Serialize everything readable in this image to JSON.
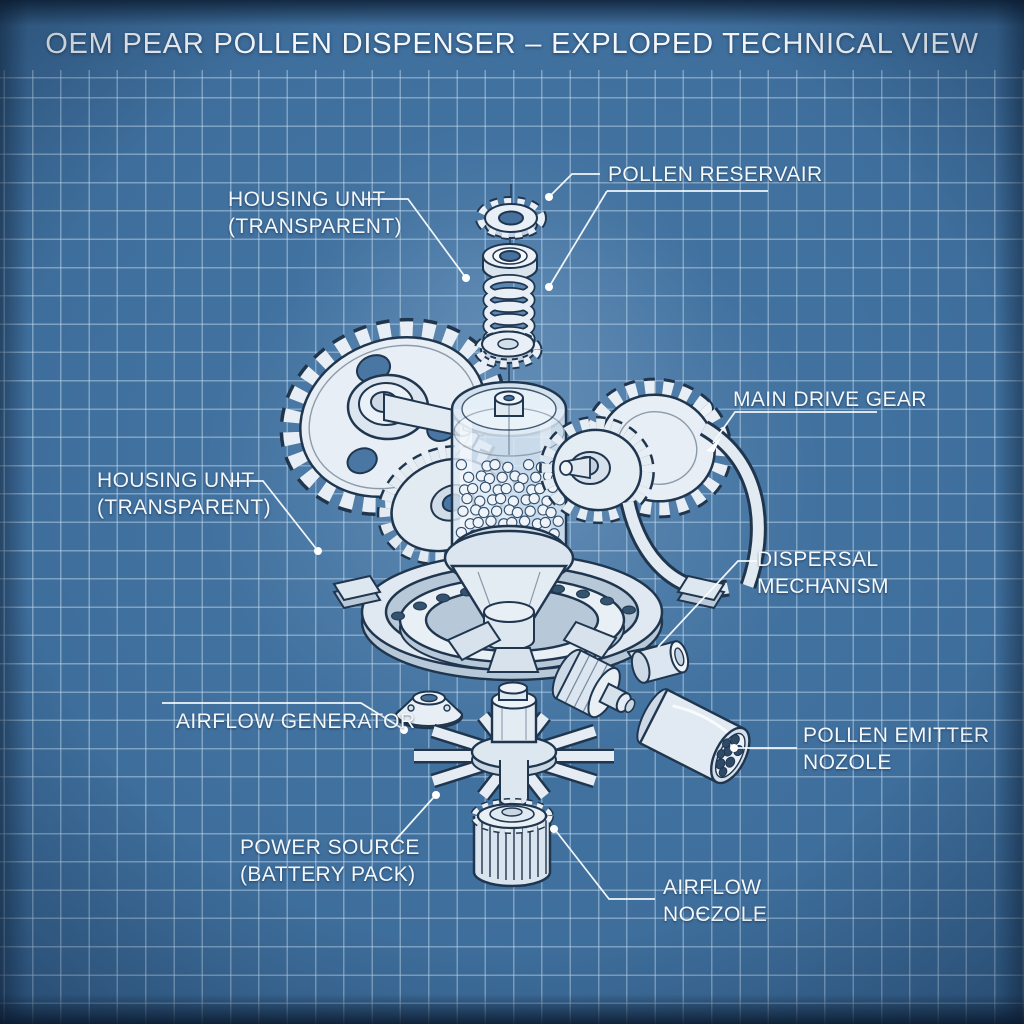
{
  "title": "OEM PEAR POLLEN DISPENSER – EXPLOPED TECHNICAL VIEW",
  "labels": {
    "housing_unit_top": {
      "line1": "HOUSING UNIT",
      "line2": "(TRANSPARENT)"
    },
    "pollen_reservoir": {
      "line1": "POLLEN RESERVAIR"
    },
    "main_drive_gear": {
      "line1": "MAIN DRIVE GEAR"
    },
    "housing_unit_left": {
      "line1": "HOUSING UNIT",
      "line2": "(TRANSPARENT)"
    },
    "dispersal_mechanism": {
      "line1": "DISPERSAL",
      "line2": "MECHANISM"
    },
    "airflow_generator": {
      "line1": "AIRFLOW GENERATOR"
    },
    "pollen_emitter_nozzle": {
      "line1": "POLLEN EMITTER",
      "line2": "NOZOLE"
    },
    "power_source": {
      "line1": "POWER SOURCE",
      "line2": "(BATTERY PACK)"
    },
    "airflow_nozzle": {
      "line1": "AIRFLOW",
      "line2": "NOЄZOLE"
    }
  },
  "colors": {
    "background": "#3D6D9C",
    "grid_line": "#BED6EB",
    "line_art": "#20364E",
    "part_fill": "#E8EFF6",
    "label_text": "#F2F7FB"
  }
}
